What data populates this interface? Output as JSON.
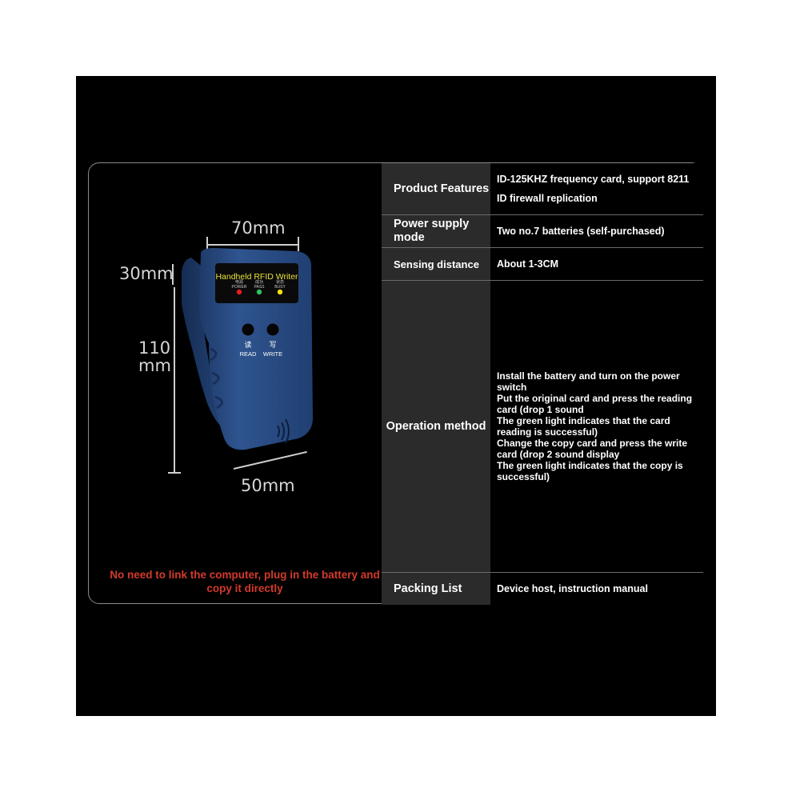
{
  "dimensions": {
    "width_label": "70mm",
    "depth_label": "30mm",
    "height_label_1": "110",
    "height_label_2": "mm",
    "base_label": "50mm"
  },
  "device": {
    "title": "Handheld RFID Writer",
    "leds": [
      {
        "cn": "电源",
        "en": "POWER",
        "color": "#e0201c"
      },
      {
        "cn": "成功",
        "en": "PASS",
        "color": "#2ec45a"
      },
      {
        "cn": "状态",
        "en": "BUSY",
        "color": "#f2e20e"
      }
    ],
    "read_cn": "读",
    "write_cn": "写",
    "read_label": "READ",
    "write_label": "WRITE",
    "body_color": "#2c4f86"
  },
  "note": "No need to link the computer, plug in the battery and copy it directly",
  "specs": {
    "product_features": {
      "label": "Product Features",
      "line1": "ID-125KHZ frequency card, support 8211",
      "line2": "ID firewall replication"
    },
    "power_supply": {
      "label": "Power supply mode",
      "value": "Two no.7 batteries (self-purchased)"
    },
    "sensing": {
      "label": "Sensing distance",
      "value": "About 1-3CM"
    },
    "operation": {
      "label": "Operation method",
      "steps": [
        "Install the battery and turn on the power switch",
        "Put the original card and press the reading card (drop 1 sound",
        "The green light indicates that the card reading is successful)",
        "Change the copy card and press the write card (drop 2 sound display",
        "The green light indicates that the copy is successful)"
      ]
    },
    "packing": {
      "label": "Packing List",
      "value": "Device host, instruction manual"
    }
  }
}
